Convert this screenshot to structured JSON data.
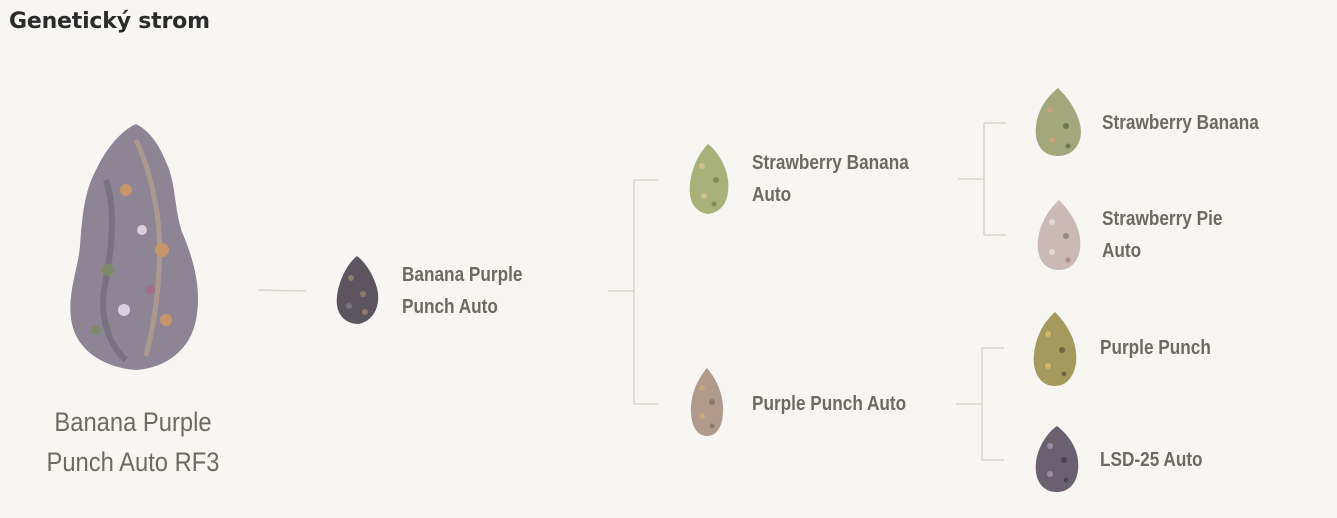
{
  "page": {
    "title": "Genetický strom"
  },
  "tree": {
    "root": {
      "line1": "Banana Purple",
      "line2": "Punch Auto RF3",
      "image_icon": "cannabis-bud-icon"
    },
    "parent": {
      "line1": "Banana Purple",
      "line2": "Punch Auto",
      "image_icon": "cannabis-bud-icon"
    },
    "grandparents": [
      {
        "line1": "Strawberry Banana",
        "line2": "Auto",
        "image_icon": "cannabis-bud-icon"
      },
      {
        "line1": "Purple Punch Auto",
        "line2": "",
        "image_icon": "cannabis-bud-icon"
      }
    ],
    "great_grandparents": [
      {
        "line1": "Strawberry Banana",
        "line2": "",
        "image_icon": "cannabis-bud-icon"
      },
      {
        "line1": "Strawberry Pie",
        "line2": "Auto",
        "image_icon": "cannabis-bud-icon"
      },
      {
        "line1": "Purple Punch",
        "line2": "",
        "image_icon": "cannabis-bud-icon"
      },
      {
        "line1": "LSD-25 Auto",
        "line2": "",
        "image_icon": "cannabis-bud-icon"
      }
    ]
  },
  "colors": {
    "background": "#f8f6f2",
    "connector": "#d8d4cd",
    "label_text": "#6e6962",
    "title_text": "#2b2b2b"
  }
}
